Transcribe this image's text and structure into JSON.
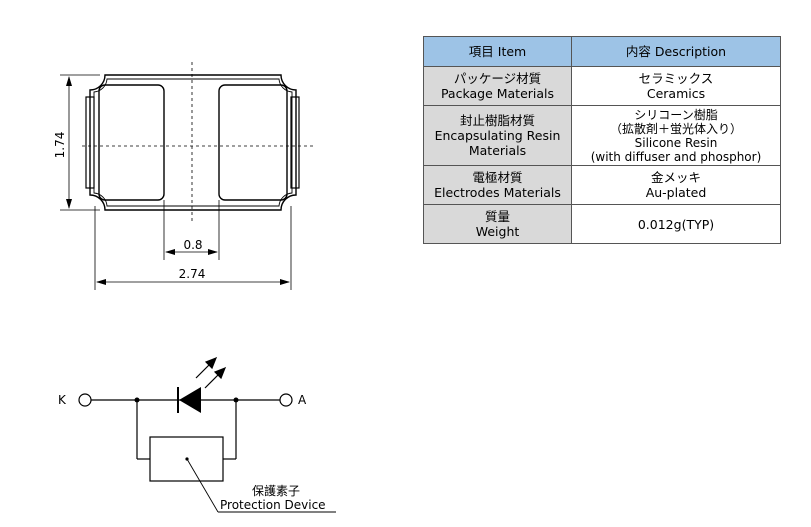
{
  "dimensions": {
    "height": "1.74",
    "gap": "0.8",
    "width": "2.74"
  },
  "table": {
    "header": {
      "item": "項目 Item",
      "description": "内容 Description"
    },
    "rows": [
      {
        "item": [
          "パッケージ材質",
          "Package Materials"
        ],
        "description": [
          "セラミックス",
          "Ceramics"
        ]
      },
      {
        "item": [
          "封止樹脂材質",
          "Encapsulating Resin",
          "Materials"
        ],
        "description": [
          "シリコーン樹脂",
          "（拡散剤＋蛍光体入り）",
          "Silicone Resin",
          "(with diffuser and phosphor)"
        ]
      },
      {
        "item": [
          "電極材質",
          "Electrodes Materials"
        ],
        "description": [
          "金メッキ",
          "Au-plated"
        ]
      },
      {
        "item": [
          "質量",
          "Weight"
        ],
        "description": [
          "0.012g(TYP)"
        ]
      }
    ]
  },
  "circuit": {
    "cathode": "K",
    "anode": "A",
    "protection_jp": "保護素子",
    "protection_en": "Protection Device"
  }
}
